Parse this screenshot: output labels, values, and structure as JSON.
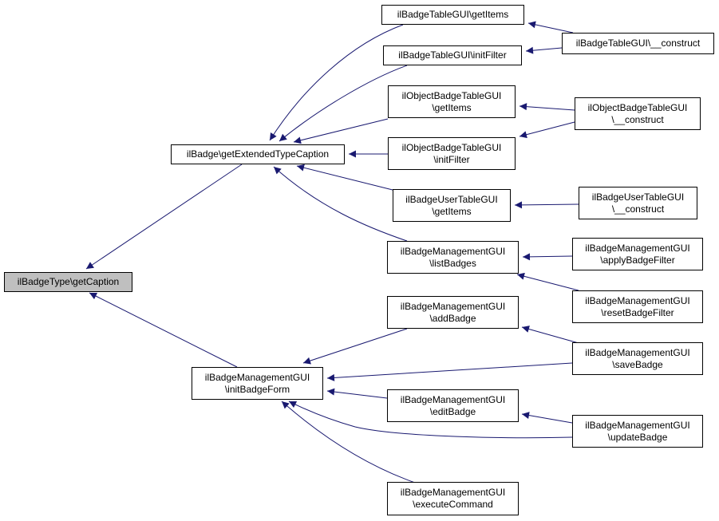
{
  "colors": {
    "edge": "#191970",
    "node_border": "#000000",
    "node_fill": "#ffffff",
    "root_fill": "#bfbfbf"
  },
  "nodes": {
    "gettype": {
      "lines": [
        "ilBadgeType\\getCaption"
      ]
    },
    "getext": {
      "lines": [
        "ilBadge\\getExtendedTypeCaption"
      ]
    },
    "initform": {
      "lines": [
        "ilBadgeManagementGUI",
        "\\initBadgeForm"
      ]
    },
    "btgetitems": {
      "lines": [
        "ilBadgeTableGUI\\getItems"
      ]
    },
    "btinitfilter": {
      "lines": [
        "ilBadgeTableGUI\\initFilter"
      ]
    },
    "btconstruct": {
      "lines": [
        "ilBadgeTableGUI\\__construct"
      ]
    },
    "obtgetitems": {
      "lines": [
        "ilObjectBadgeTableGUI",
        "\\getItems"
      ]
    },
    "obtinitfilter": {
      "lines": [
        "ilObjectBadgeTableGUI",
        "\\initFilter"
      ]
    },
    "obtconstruct": {
      "lines": [
        "ilObjectBadgeTableGUI",
        "\\__construct"
      ]
    },
    "butgetitems": {
      "lines": [
        "ilBadgeUserTableGUI",
        "\\getItems"
      ]
    },
    "butconstruct": {
      "lines": [
        "ilBadgeUserTableGUI",
        "\\__construct"
      ]
    },
    "listbadges": {
      "lines": [
        "ilBadgeManagementGUI",
        "\\listBadges"
      ]
    },
    "applyfilter": {
      "lines": [
        "ilBadgeManagementGUI",
        "\\applyBadgeFilter"
      ]
    },
    "resetfilter": {
      "lines": [
        "ilBadgeManagementGUI",
        "\\resetBadgeFilter"
      ]
    },
    "addbadge": {
      "lines": [
        "ilBadgeManagementGUI",
        "\\addBadge"
      ]
    },
    "savebadge": {
      "lines": [
        "ilBadgeManagementGUI",
        "\\saveBadge"
      ]
    },
    "editbadge": {
      "lines": [
        "ilBadgeManagementGUI",
        "\\editBadge"
      ]
    },
    "updatebadge": {
      "lines": [
        "ilBadgeManagementGUI",
        "\\updateBadge"
      ]
    },
    "execcommand": {
      "lines": [
        "ilBadgeManagementGUI",
        "\\executeCommand"
      ]
    }
  },
  "edges": [
    {
      "from": "getext",
      "to": "gettype"
    },
    {
      "from": "initform",
      "to": "gettype"
    },
    {
      "from": "btgetitems",
      "to": "getext"
    },
    {
      "from": "btinitfilter",
      "to": "getext"
    },
    {
      "from": "obtgetitems",
      "to": "getext"
    },
    {
      "from": "obtinitfilter",
      "to": "getext"
    },
    {
      "from": "butgetitems",
      "to": "getext"
    },
    {
      "from": "listbadges",
      "to": "getext"
    },
    {
      "from": "btconstruct",
      "to": "btgetitems"
    },
    {
      "from": "btconstruct",
      "to": "btinitfilter"
    },
    {
      "from": "obtconstruct",
      "to": "obtgetitems"
    },
    {
      "from": "obtconstruct",
      "to": "obtinitfilter"
    },
    {
      "from": "butconstruct",
      "to": "butgetitems"
    },
    {
      "from": "applyfilter",
      "to": "listbadges"
    },
    {
      "from": "resetfilter",
      "to": "listbadges"
    },
    {
      "from": "addbadge",
      "to": "initform"
    },
    {
      "from": "savebadge",
      "to": "initform"
    },
    {
      "from": "editbadge",
      "to": "initform"
    },
    {
      "from": "updatebadge",
      "to": "initform"
    },
    {
      "from": "execcommand",
      "to": "initform"
    },
    {
      "from": "savebadge",
      "to": "addbadge"
    },
    {
      "from": "updatebadge",
      "to": "editbadge"
    }
  ]
}
